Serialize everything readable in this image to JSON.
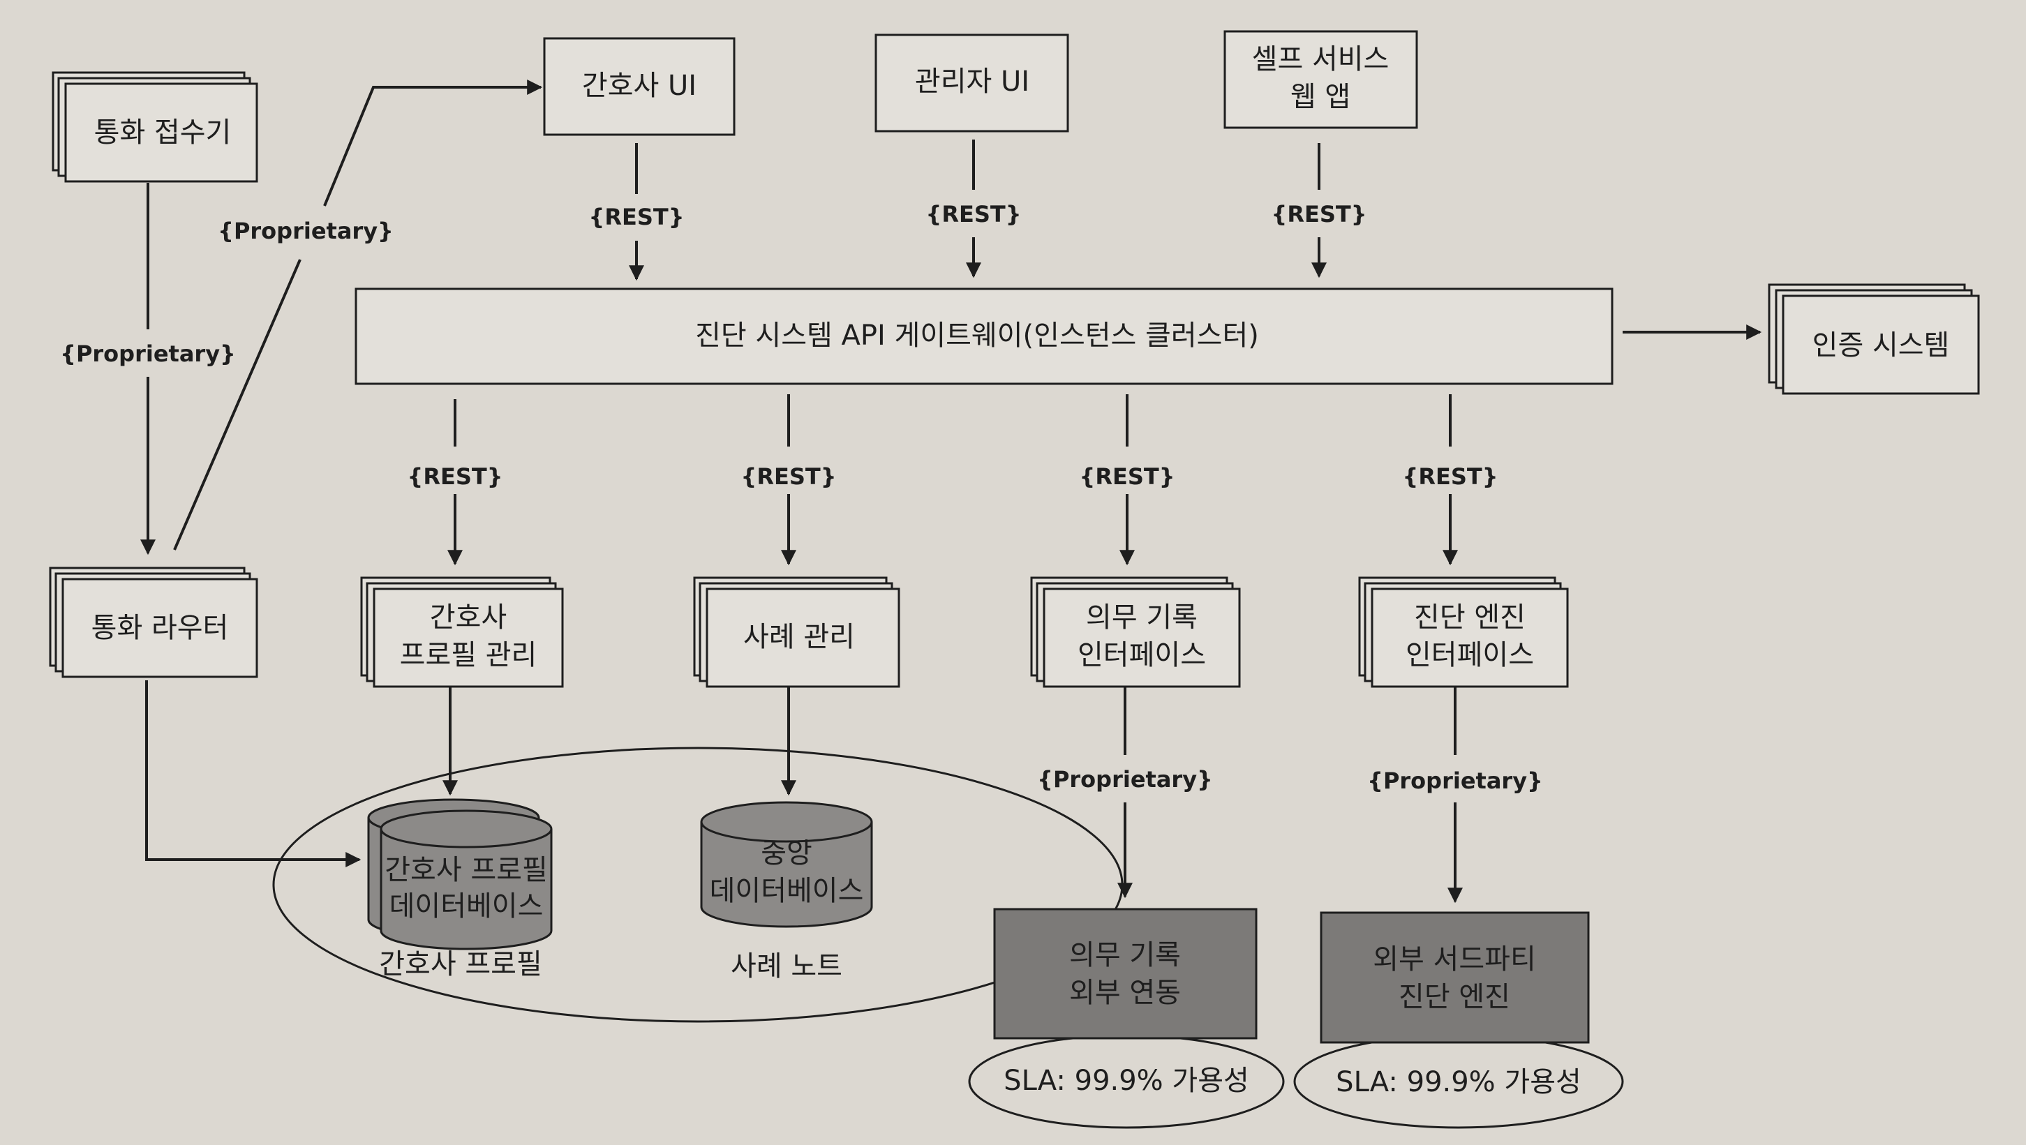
{
  "colors": {
    "background": "#dcd8d1",
    "box_fill": "#e3e0da",
    "line": "#1e1e1e",
    "dark_box_fill": "#7c7a78",
    "cylinder_fill": "#8c8a88"
  },
  "nodes": {
    "call_receiver": "통화 접수기",
    "call_router": "통화 라우터",
    "nurse_ui": "간호사 UI",
    "admin_ui": "관리자 UI",
    "self_service_line1": "셀프 서비스",
    "self_service_line2": "웹 앱",
    "gateway": "진단 시스템 API 게이트웨이(인스턴스 클러스터)",
    "auth": "인증 시스템",
    "nurse_profile_mgmt_line1": "간호사",
    "nurse_profile_mgmt_line2": "프로필 관리",
    "case_mgmt": "사례 관리",
    "medical_record_if_line1": "의무 기록",
    "medical_record_if_line2": "인터페이스",
    "diag_engine_if_line1": "진단 엔진",
    "diag_engine_if_line2": "인터페이스",
    "nurse_db_line1": "간호사 프로필",
    "nurse_db_line2": "데이터베이스",
    "central_db_line1": "중앙",
    "central_db_line2": "데이터베이스",
    "ext_medical_line1": "의무 기록",
    "ext_medical_line2": "외부 연동",
    "ext_engine_line1": "외부 서드파티",
    "ext_engine_line2": "진단 엔진"
  },
  "groups": {
    "nurse_profile": "간호사 프로필",
    "case_notes": "사례 노트",
    "sla_medical": "SLA: 99.9% 가용성",
    "sla_engine": "SLA: 99.9% 가용성"
  },
  "protocols": {
    "proprietary": "{Proprietary}",
    "rest": "{REST}"
  }
}
